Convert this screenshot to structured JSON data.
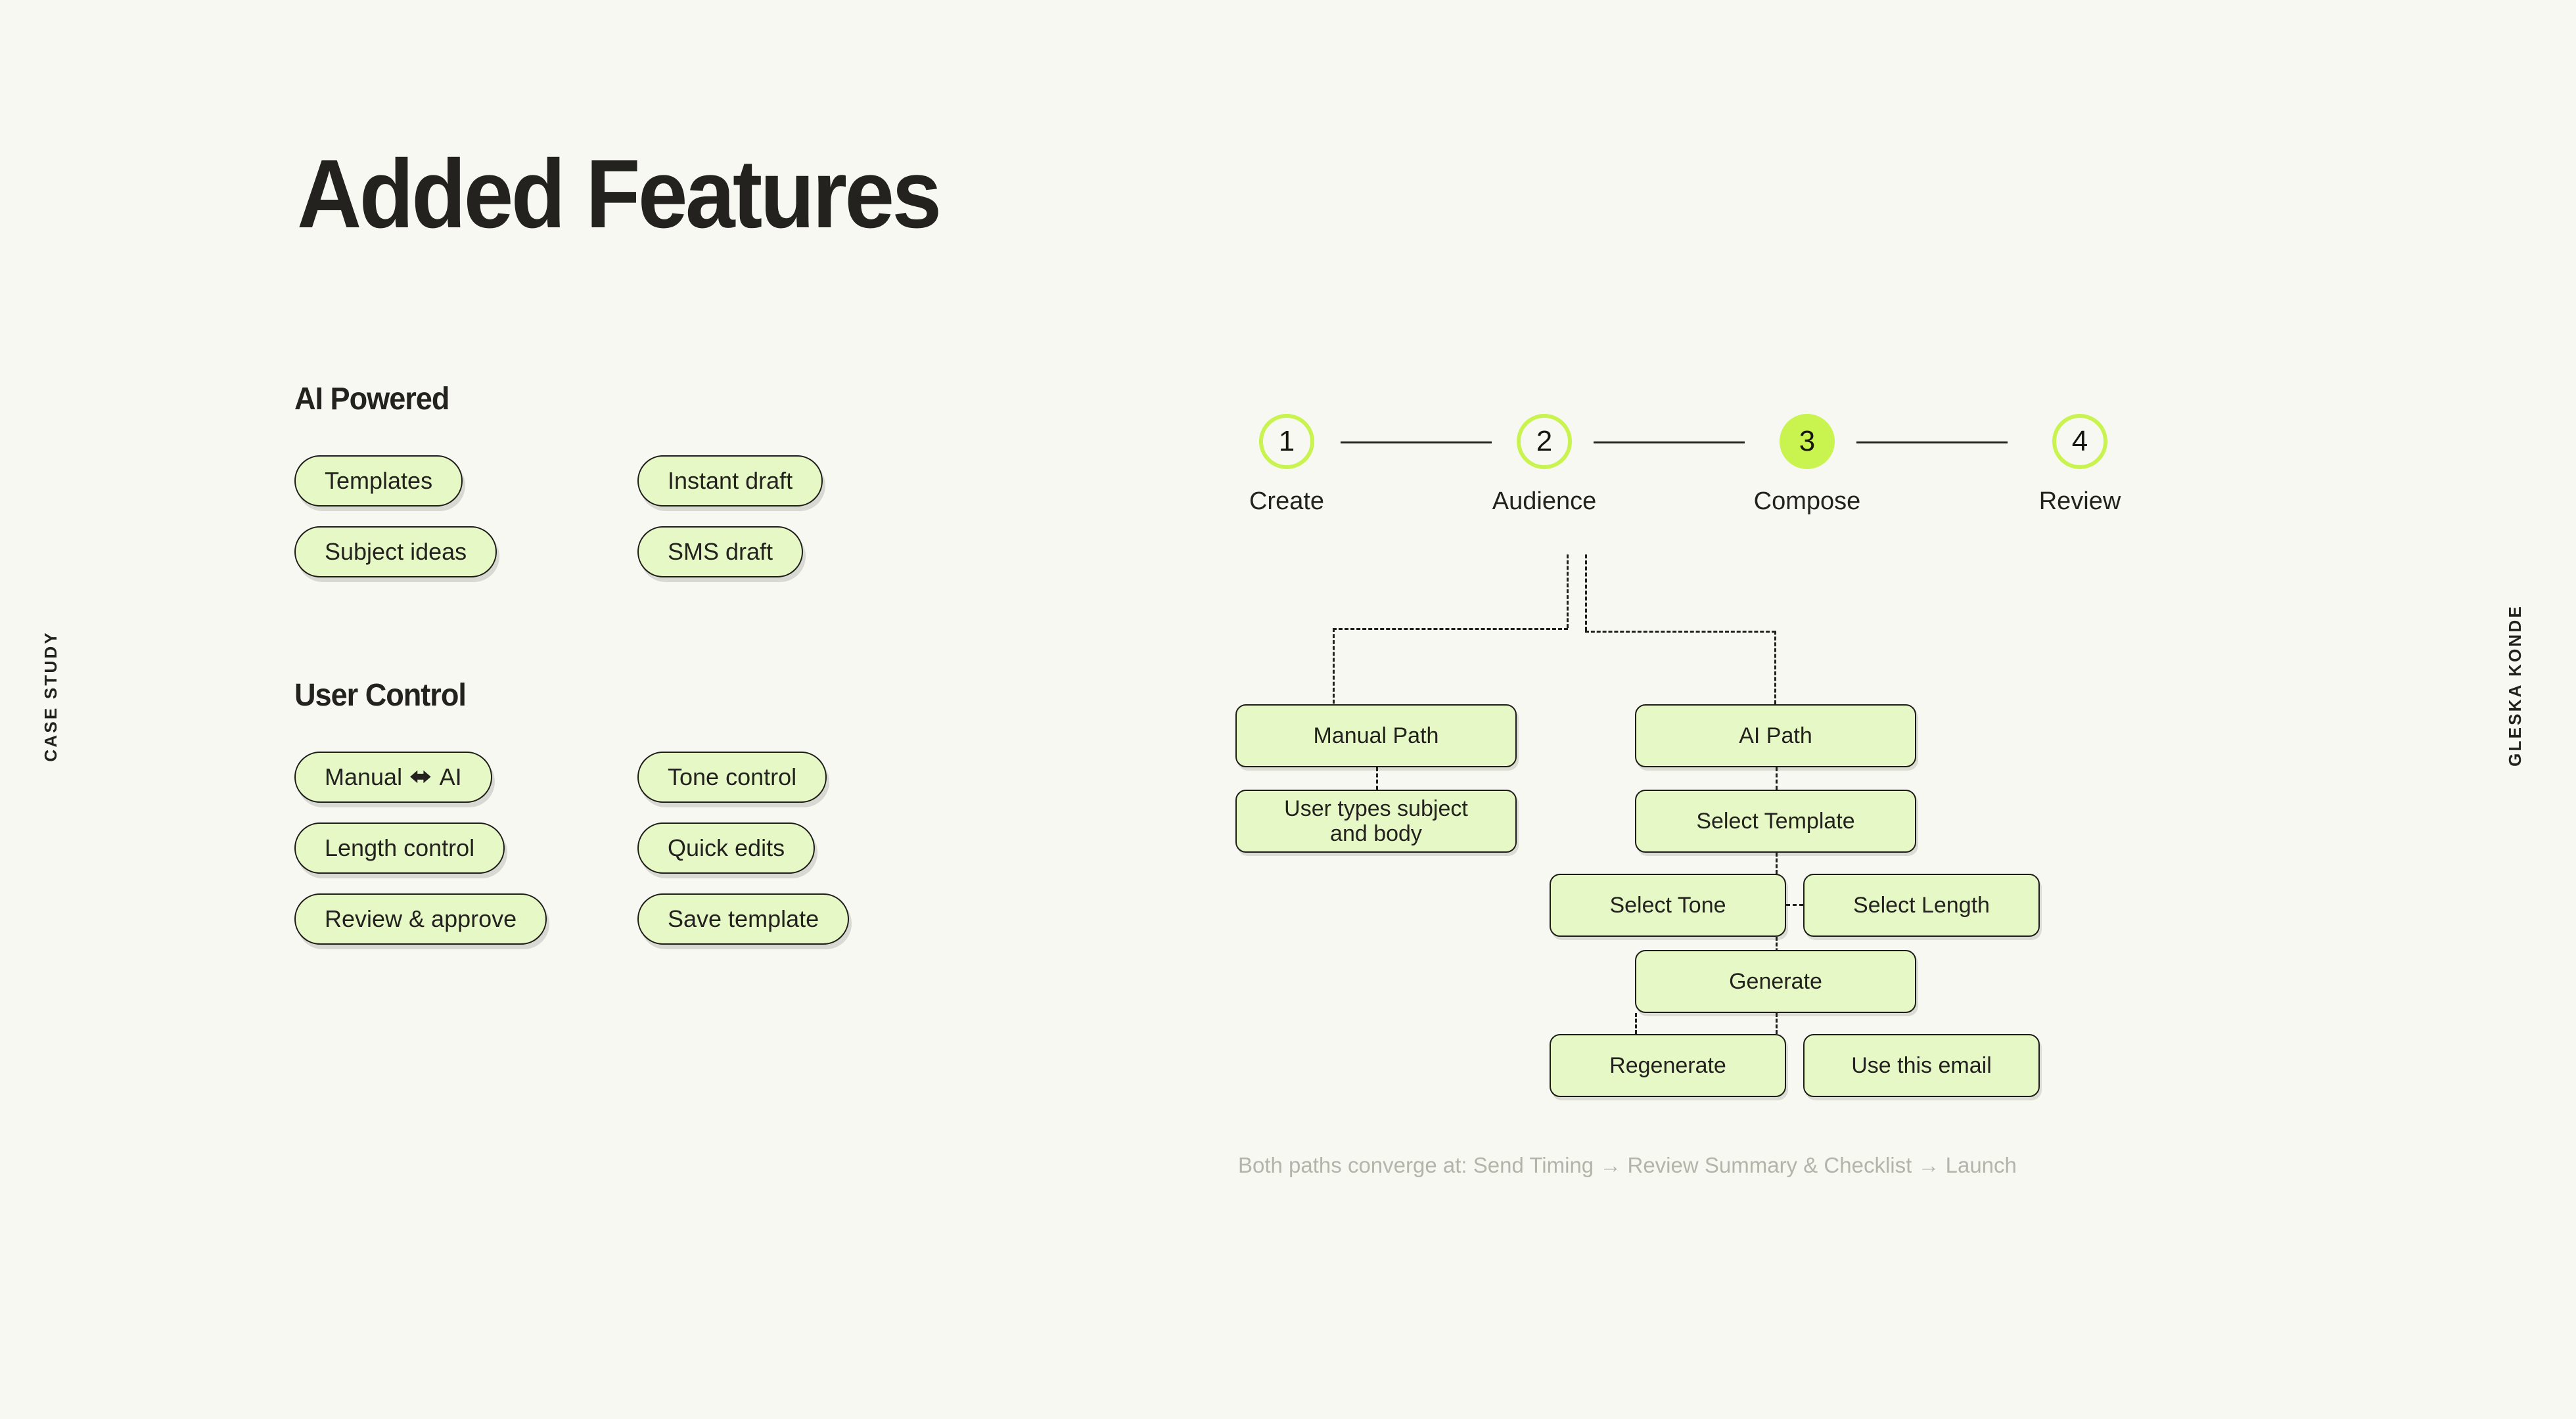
{
  "page": {
    "title": "Added Features",
    "background_color": "#f7f8f1",
    "accent_color": "#c9f34f",
    "pill_fill_color": "#e6f8c5",
    "ink_color": "#22211e"
  },
  "side_labels": {
    "left": "CASE STUDY",
    "right": "GLESKA KONDE"
  },
  "sections": [
    {
      "heading": "AI Powered",
      "pills": [
        {
          "label": "Templates"
        },
        {
          "label": "Instant draft"
        },
        {
          "label": "Subject ideas"
        },
        {
          "label": "SMS draft"
        }
      ]
    },
    {
      "heading": "User Control",
      "pills": [
        {
          "label_before": "Manual",
          "icon": "double-arrow-icon",
          "icon_glyph": "⬌",
          "label_after": "AI"
        },
        {
          "label": "Tone control"
        },
        {
          "label": "Length control"
        },
        {
          "label": "Quick edits"
        },
        {
          "label": "Review & approve"
        },
        {
          "label": "Save template"
        }
      ]
    }
  ],
  "stepper": {
    "active_step": 3,
    "steps": [
      {
        "number": "1",
        "label": "Create",
        "active": false
      },
      {
        "number": "2",
        "label": "Audience",
        "active": false
      },
      {
        "number": "3",
        "label": "Compose",
        "active": true
      },
      {
        "number": "4",
        "label": "Review",
        "active": false
      }
    ]
  },
  "flow": {
    "nodes": [
      {
        "id": "manual-path",
        "label": "Manual Path"
      },
      {
        "id": "user-types",
        "label": "User types subject\nand body"
      },
      {
        "id": "ai-path",
        "label": "AI Path"
      },
      {
        "id": "select-template",
        "label": "Select Template"
      },
      {
        "id": "select-tone",
        "label": "Select Tone"
      },
      {
        "id": "select-length",
        "label": "Select Length"
      },
      {
        "id": "generate",
        "label": "Generate"
      },
      {
        "id": "regenerate",
        "label": "Regenerate"
      },
      {
        "id": "use-this-email",
        "label": "Use this email"
      }
    ]
  },
  "converge_note": "Both paths converge at: Send Timing → Review Summary & Checklist → Launch"
}
